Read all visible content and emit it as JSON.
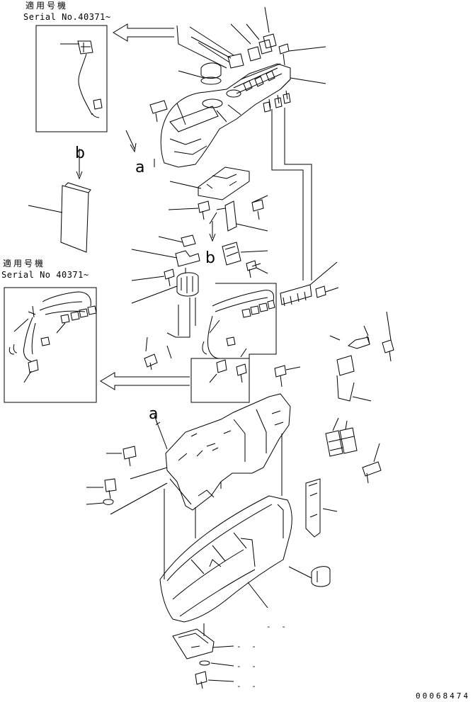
{
  "serial_notes": [
    {
      "jp": "適用号機",
      "serial": "Serial No.40371~"
    },
    {
      "jp": "適用号機",
      "serial": "Serial No 40371~"
    }
  ],
  "refs": {
    "a1": "a",
    "a2": "a",
    "b1": "b",
    "b2": "b"
  },
  "bottom_dashes": [
    "- -",
    "- -",
    "- -",
    "- -"
  ],
  "doc_number": "00068474",
  "colors": {
    "line": "#000000",
    "background": "#ffffff"
  }
}
